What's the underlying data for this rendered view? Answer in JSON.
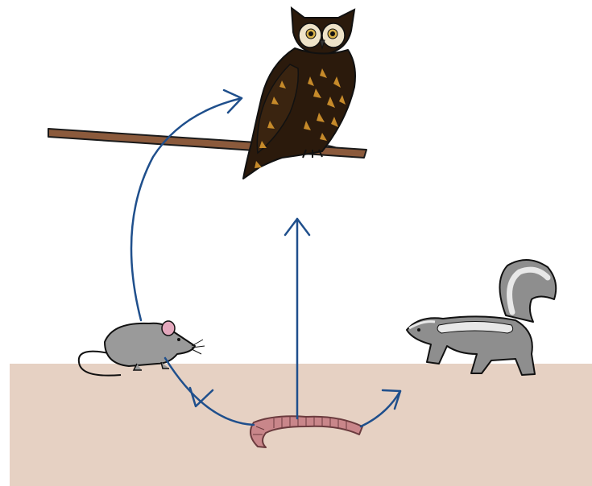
{
  "diagram": {
    "kind": "food-web",
    "organisms": [
      {
        "id": "owl",
        "icon": "owl-illustration"
      },
      {
        "id": "mouse",
        "icon": "mouse-illustration"
      },
      {
        "id": "skunk",
        "icon": "skunk-illustration"
      },
      {
        "id": "worm",
        "icon": "earthworm-illustration"
      }
    ],
    "arrows": [
      {
        "from": "worm",
        "to": "mouse"
      },
      {
        "from": "worm",
        "to": "owl"
      },
      {
        "from": "worm",
        "to": "skunk"
      },
      {
        "from": "mouse",
        "to": "owl"
      }
    ],
    "colors": {
      "arrow": "#1f4f8c",
      "soil": "#e6d1c3",
      "branch": "#8b5a3c",
      "owl_body": "#2b1a0c",
      "owl_mark": "#c68a2a",
      "owl_face": "#efe3c8",
      "mouse": "#9a9a9a",
      "mouse_ear": "#e4a8bd",
      "skunk": "#8e8e8e",
      "skunk_stripe": "#e8e8e8",
      "worm": "#c9868a"
    }
  }
}
